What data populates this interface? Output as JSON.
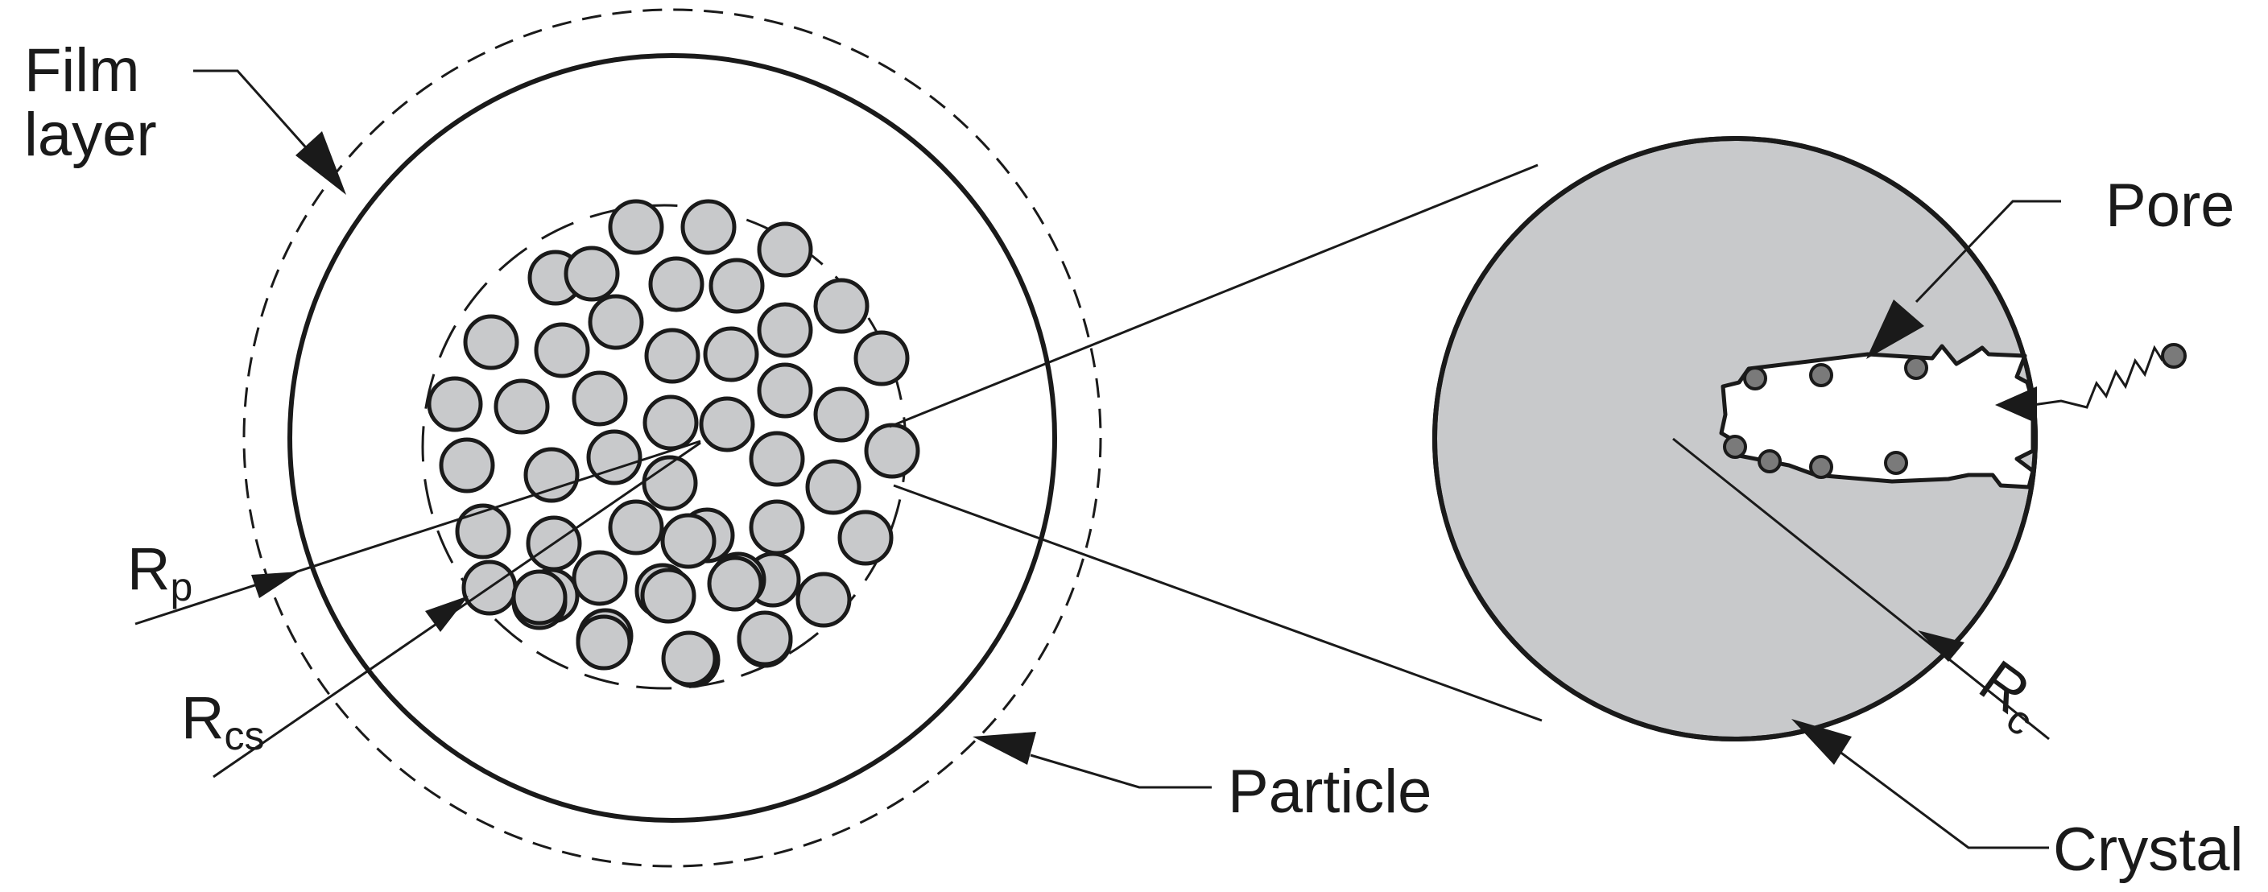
{
  "labels": {
    "film_line1": "Film",
    "film_line2": "layer",
    "particle": "Particle",
    "pore": "Pore",
    "crystal": "Crystal",
    "rp_main": "R",
    "rp_sub": "p",
    "rcs_main": "R",
    "rcs_sub": "cs",
    "rc_main": "R",
    "rc_sub": "c"
  },
  "colors": {
    "stroke": "#1a1a1a",
    "crystal_fill": "#c8c9cb",
    "pore_fill": "#ffffff",
    "molecule_fill": "#7a7a7a",
    "background": "#ffffff"
  }
}
